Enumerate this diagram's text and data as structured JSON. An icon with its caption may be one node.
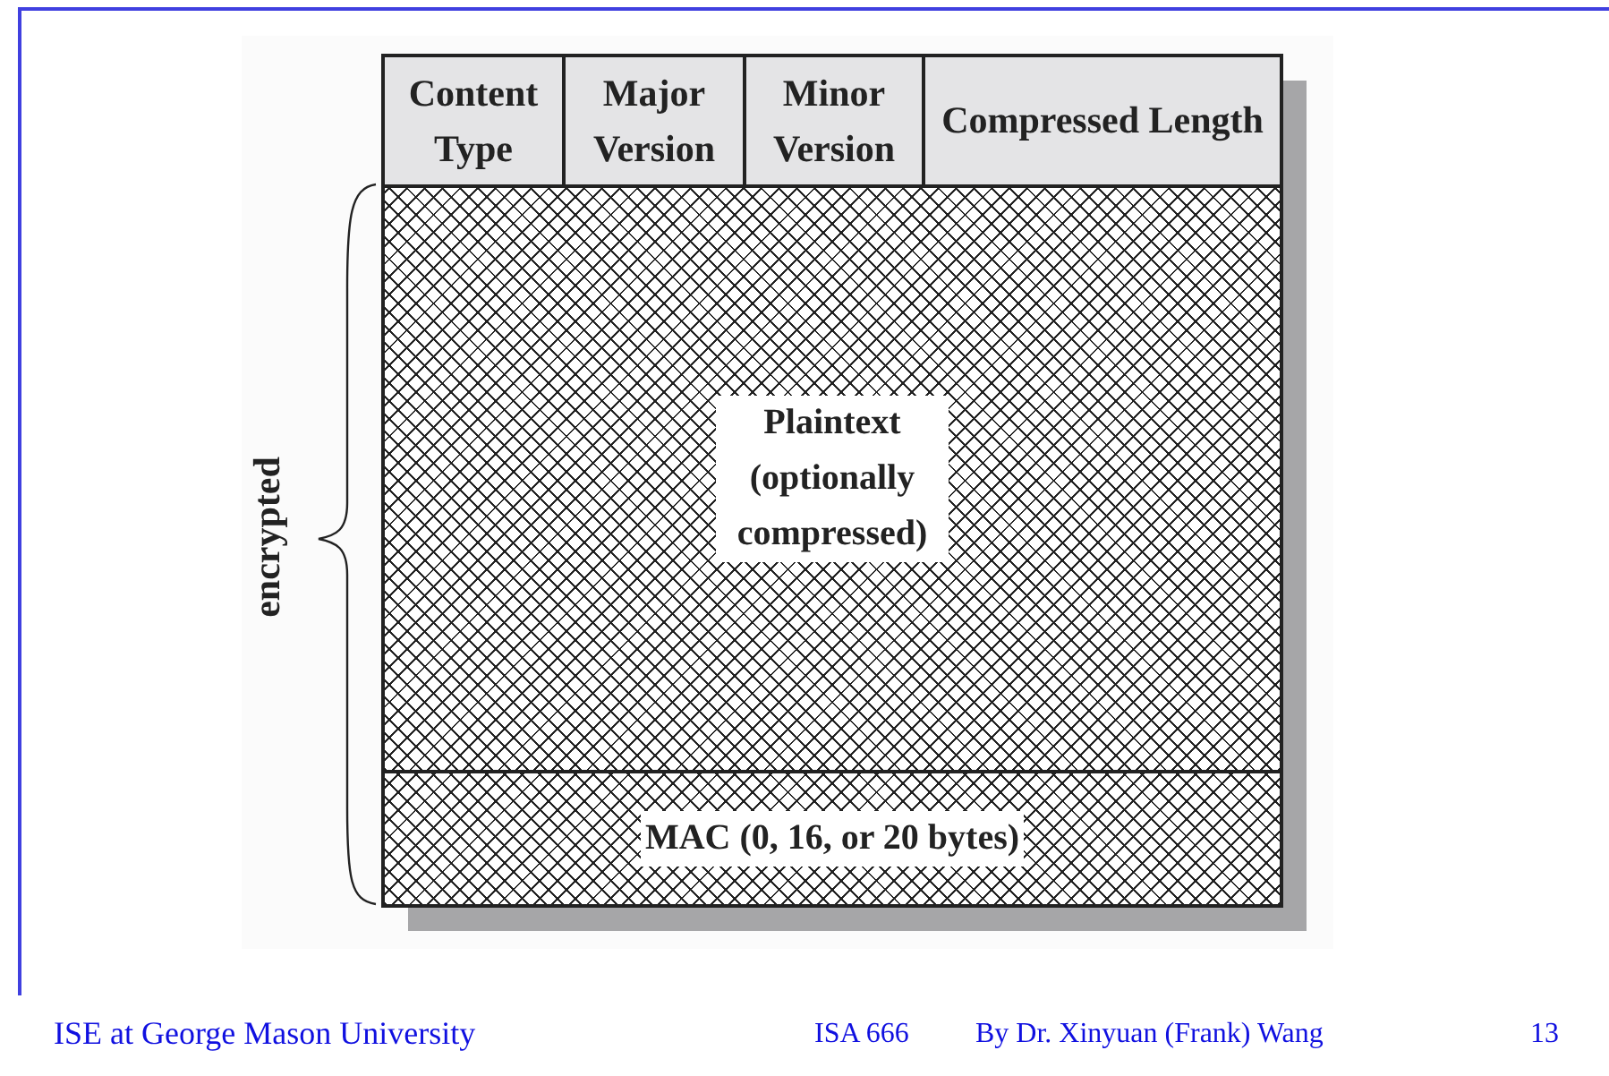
{
  "diagram": {
    "nodes": [
      {
        "text": [
          "Content Type"
        ]
      },
      {
        "text": [
          "Major Version"
        ]
      },
      {
        "text": [
          "Minor Version"
        ]
      },
      {
        "text": [
          "Compressed Length"
        ]
      },
      {
        "text": [
          "Plaintext (optionally compressed)"
        ]
      },
      {
        "text": [
          "MAC (0, 16, or 20 bytes)"
        ]
      }
    ],
    "labels": [
      "encrypted",
      "ISE at George Mason University",
      "ISA 666",
      "By Dr. Xinyuan (Frank) Wang",
      "13"
    ]
  }
}
